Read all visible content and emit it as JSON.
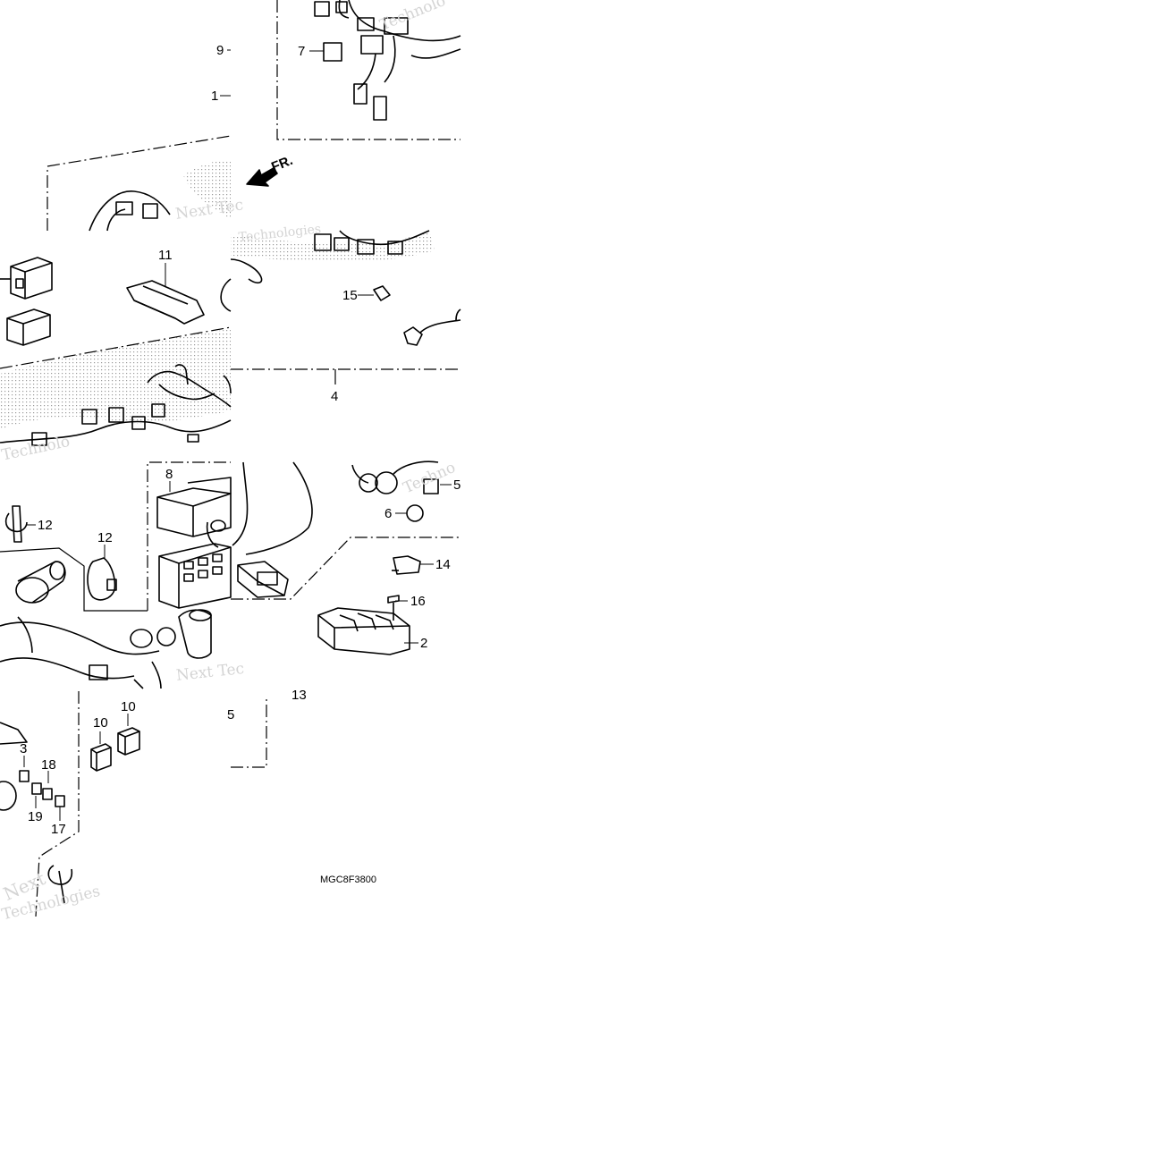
{
  "callouts": {
    "c1": "1",
    "c2": "2",
    "c3": "3",
    "c4": "4",
    "c5": "5",
    "c6": "6",
    "c7": "7",
    "c8": "8",
    "c9": "9",
    "c10a": "10",
    "c10b": "10",
    "c11": "11",
    "c12a": "12",
    "c12b": "12",
    "c13": "13",
    "c14": "14",
    "c15": "15",
    "c16": "16",
    "c17": "17",
    "c18": "18",
    "c19": "19",
    "cpartial": "5"
  },
  "arrow_label": "FR.",
  "diagram_code": "MGC8F3800",
  "watermarks": {
    "w1": "Technolo",
    "w2": "Next Tec",
    "w3": "Technologies",
    "w4": "Technolo",
    "w5": "Techno",
    "w6": "Next Tec",
    "w7": "Next",
    "w8": "Technologies"
  },
  "colors": {
    "ink": "#000000",
    "watermark": "#d4d4d4",
    "stipple": "#9a9a9a"
  }
}
